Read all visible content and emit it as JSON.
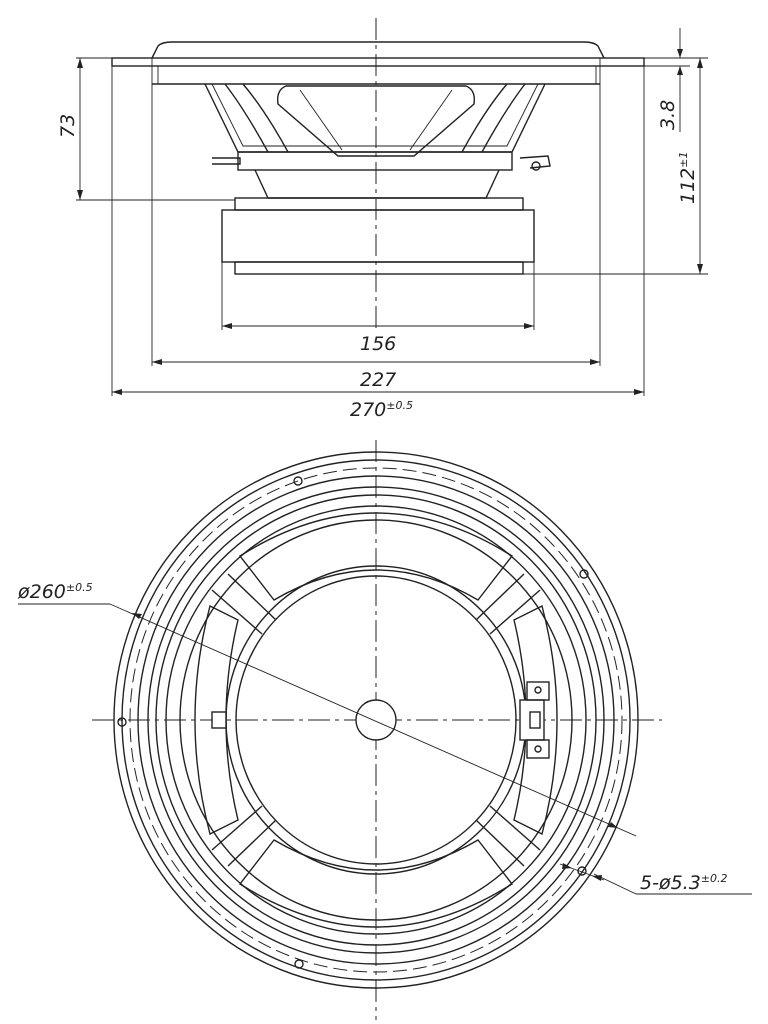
{
  "side_view": {
    "dim_width_magnet": "156",
    "dim_width_frame": "227",
    "dim_width_overall": "270",
    "dim_width_overall_tol": "±0.5",
    "dim_height_frame": "73",
    "dim_flange": "3.8",
    "dim_height_total": "112",
    "dim_height_total_tol": "±1"
  },
  "front_view": {
    "dim_diameter_prefix": "ø",
    "dim_diameter": "260",
    "dim_diameter_tol": "±0.5",
    "dim_holes": "5-ø5.3",
    "dim_holes_tol": "±0.2"
  },
  "colors": {
    "line": "#222222",
    "background": "#ffffff"
  }
}
